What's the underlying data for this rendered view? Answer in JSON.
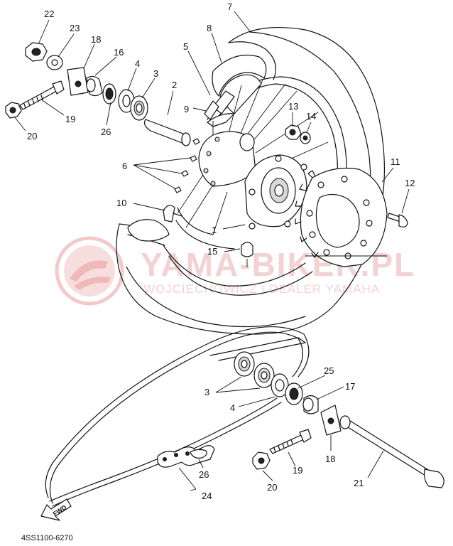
{
  "watermark": {
    "brand": "YAMA-BIKER.PL",
    "tagline": "WOJCIECHOWICZ | DEALER YAMAHA"
  },
  "diagram_code": "4SS1100-6270",
  "fwd_label": "FWD",
  "callouts": [
    "1",
    "2",
    "3",
    "4",
    "5",
    "6",
    "7",
    "8",
    "9",
    "10",
    "11",
    "12",
    "13",
    "14",
    "15",
    "16",
    "17",
    "18",
    "19",
    "20",
    "21",
    "22",
    "23",
    "24",
    "25",
    "26"
  ],
  "lower_callouts": [
    "3",
    "4",
    "17",
    "18",
    "19",
    "20",
    "21",
    "24",
    "25",
    "26"
  ]
}
